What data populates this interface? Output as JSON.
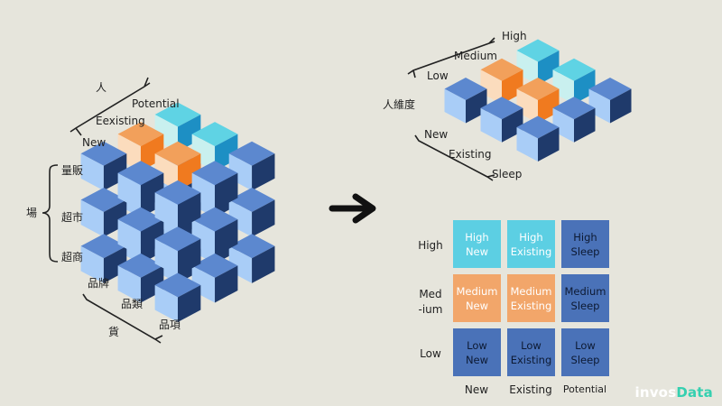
{
  "left_cube": {
    "axis_people": {
      "title": "人",
      "levels": [
        "Potential",
        "Eexisting",
        "New"
      ]
    },
    "axis_place": {
      "title": "場",
      "levels": [
        "量販",
        "超市",
        "超商"
      ]
    },
    "axis_goods": {
      "title": "貨",
      "levels": [
        "品牌",
        "品類",
        "品項"
      ]
    }
  },
  "arrow": {
    "icon": "right-arrow-icon"
  },
  "right_cube": {
    "axis_value": {
      "levels": [
        "High",
        "Medium",
        "Low"
      ]
    },
    "axis_people": {
      "title": "人維度",
      "levels": [
        "New",
        "Existing",
        "Sleep"
      ]
    }
  },
  "matrix": {
    "rows": [
      "High",
      "Med\n-ium",
      "Low"
    ],
    "cols": [
      "New",
      "Existing",
      "Potential"
    ],
    "cells": [
      [
        {
          "line1": "High",
          "line2": "New",
          "tier": "high"
        },
        {
          "line1": "High",
          "line2": "Existing",
          "tier": "high"
        },
        {
          "line1": "High",
          "line2": "Sleep",
          "tier": "dark"
        }
      ],
      [
        {
          "line1": "Medium",
          "line2": "New",
          "tier": "medium"
        },
        {
          "line1": "Medium",
          "line2": "Existing",
          "tier": "medium"
        },
        {
          "line1": "Medium",
          "line2": "Sleep",
          "tier": "dark"
        }
      ],
      [
        {
          "line1": "Low",
          "line2": "New",
          "tier": "dark"
        },
        {
          "line1": "Low",
          "line2": "Existing",
          "tier": "dark"
        },
        {
          "line1": "Low",
          "line2": "Sleep",
          "tier": "dark"
        }
      ]
    ]
  },
  "colors": {
    "bg": "#e6e5dc",
    "cyan": "#5fd3e4",
    "orange": "#f2a05b",
    "blue": "#4a78c0",
    "high_cell": "#5ccfe3",
    "medium_cell": "#f2a66a",
    "dark_cell": "#4a72b8"
  },
  "logo": {
    "part1": "invos",
    "part2": "Data"
  }
}
